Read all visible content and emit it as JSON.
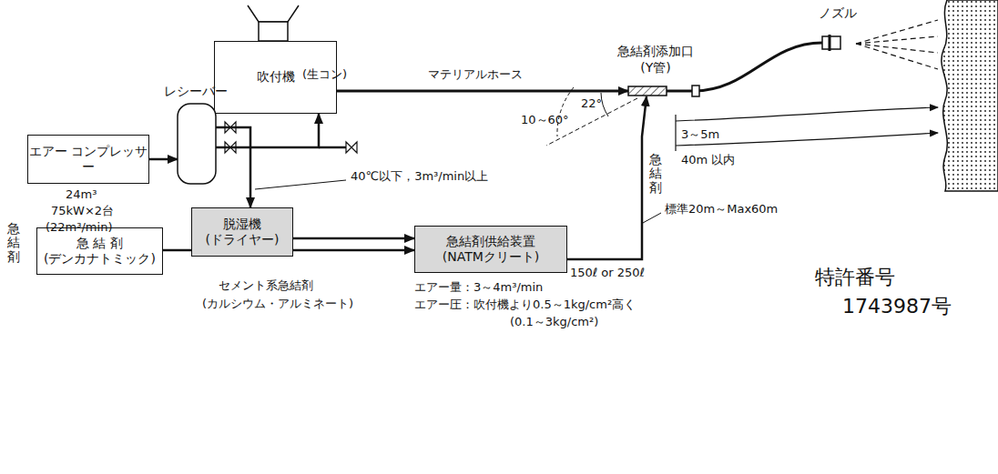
{
  "diagram": {
    "nodes": [
      {
        "text": [
          "吹付機"
        ]
      },
      {
        "text": [
          "レシーバー"
        ]
      },
      {
        "text": [
          "エアー コンプレッサー"
        ]
      },
      {
        "text": [
          "脱湿機",
          "(ドライヤー)"
        ]
      },
      {
        "text": [
          "急 結 剤",
          "(デンカナトミック)"
        ]
      },
      {
        "text": [
          "急結剤供給装置",
          "(NATMクリート)"
        ]
      },
      {
        "text": [
          "急結剤添加口",
          "(Y管)"
        ]
      },
      {
        "text": [
          "ノズル"
        ]
      }
    ],
    "edges": [
      {
        "from": 2,
        "to": 1,
        "arrow": "to"
      },
      {
        "from": 1,
        "to": 0,
        "arrow": "to"
      },
      {
        "from": 1,
        "to": 3,
        "arrow": "to"
      },
      {
        "from": 3,
        "to": 5,
        "arrow": "to"
      },
      {
        "from": 4,
        "to": 5,
        "arrow": "to"
      },
      {
        "from": 5,
        "to": 6,
        "arrow": "to"
      },
      {
        "from": 0,
        "to": 6,
        "arrow": "to"
      },
      {
        "from": 6,
        "to": 7,
        "arrow": "none"
      }
    ],
    "labels": [
      "(生コン)",
      "マテリアルホース",
      "10～60°",
      "22°",
      "3～5m",
      "40m 以内",
      "急結剤",
      "標準20m～Max60m",
      "40℃以下，3m³/min以上",
      "24m³",
      "75kW×2台",
      "(22m³/min)",
      "急結剤",
      "セメント系急結剤",
      "(カルシウム・アルミネート)",
      "150ℓ or 250ℓ",
      "エアー量：3～4m³/min",
      "エアー圧：吹付機より0.5～1kg/cm²高く",
      "(0.1～3kg/cm²)",
      "特許番号",
      "1743987号"
    ]
  }
}
